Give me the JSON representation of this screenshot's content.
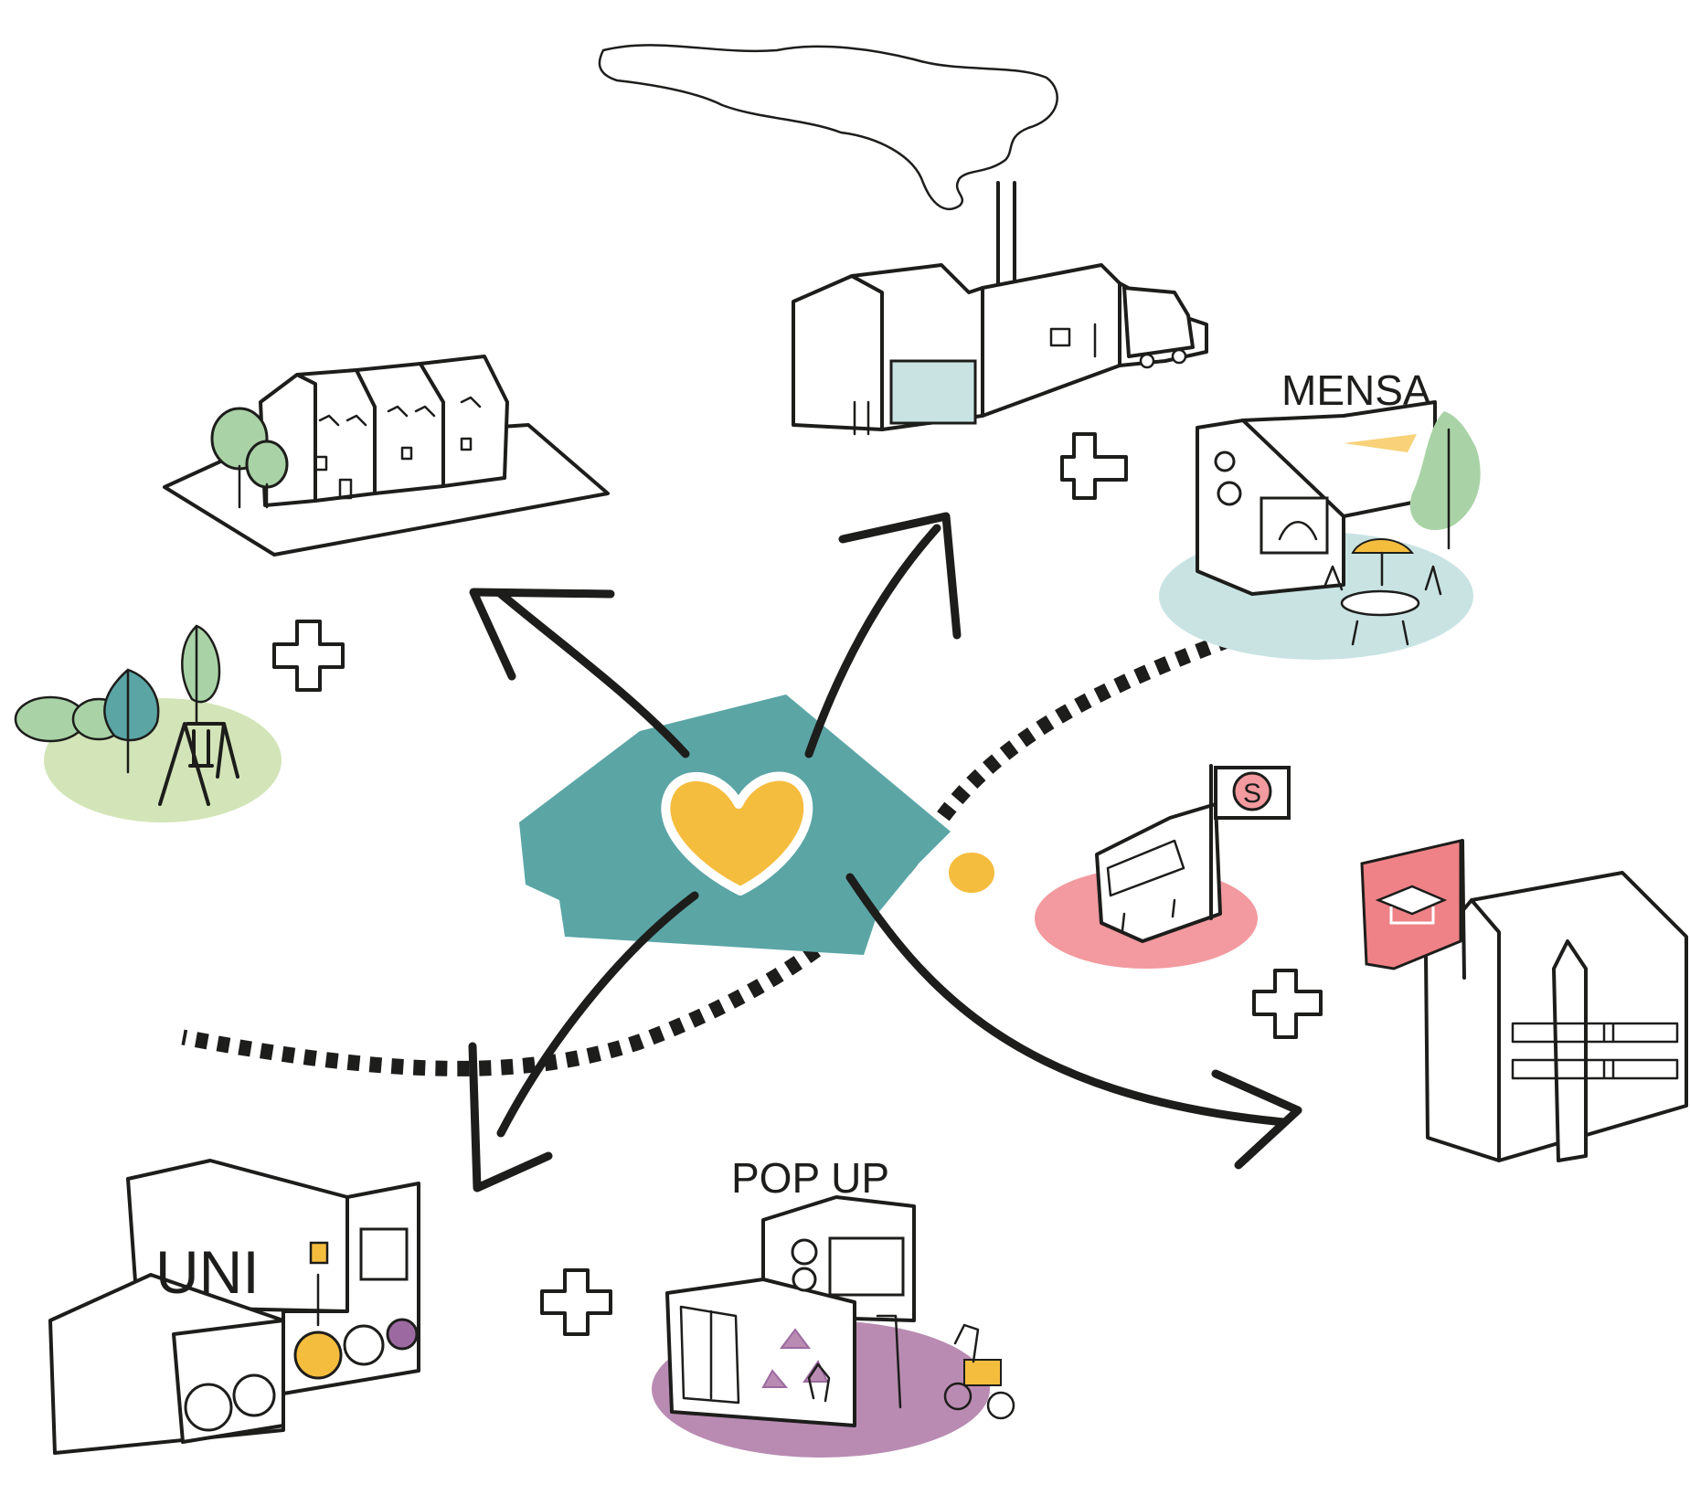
{
  "labels": {
    "mensa": "MENSA",
    "popup": "POP UP",
    "uni": "UNI",
    "station": "S"
  },
  "colors": {
    "teal_center": "#5ba5a5",
    "heart_yellow": "#f5bd3e",
    "mint_ellipse": "#c9e3e3",
    "green_ellipse": "#d3e5b8",
    "pink_ellipse": "#f29a9f",
    "purple_ellipse": "#b98bb2",
    "tree_green": "#a9d3a6",
    "flag_pink": "#ee8287",
    "uni_purple": "#9c6aa0",
    "ink": "#1d1d1b"
  },
  "icons": [
    "heart-icon",
    "plus-icon",
    "tree-icon",
    "swing-icon",
    "train-icon",
    "graduation-cap-icon",
    "recycle-icon",
    "truck-icon",
    "factory-icon",
    "townhall-icon",
    "flag-icon"
  ]
}
